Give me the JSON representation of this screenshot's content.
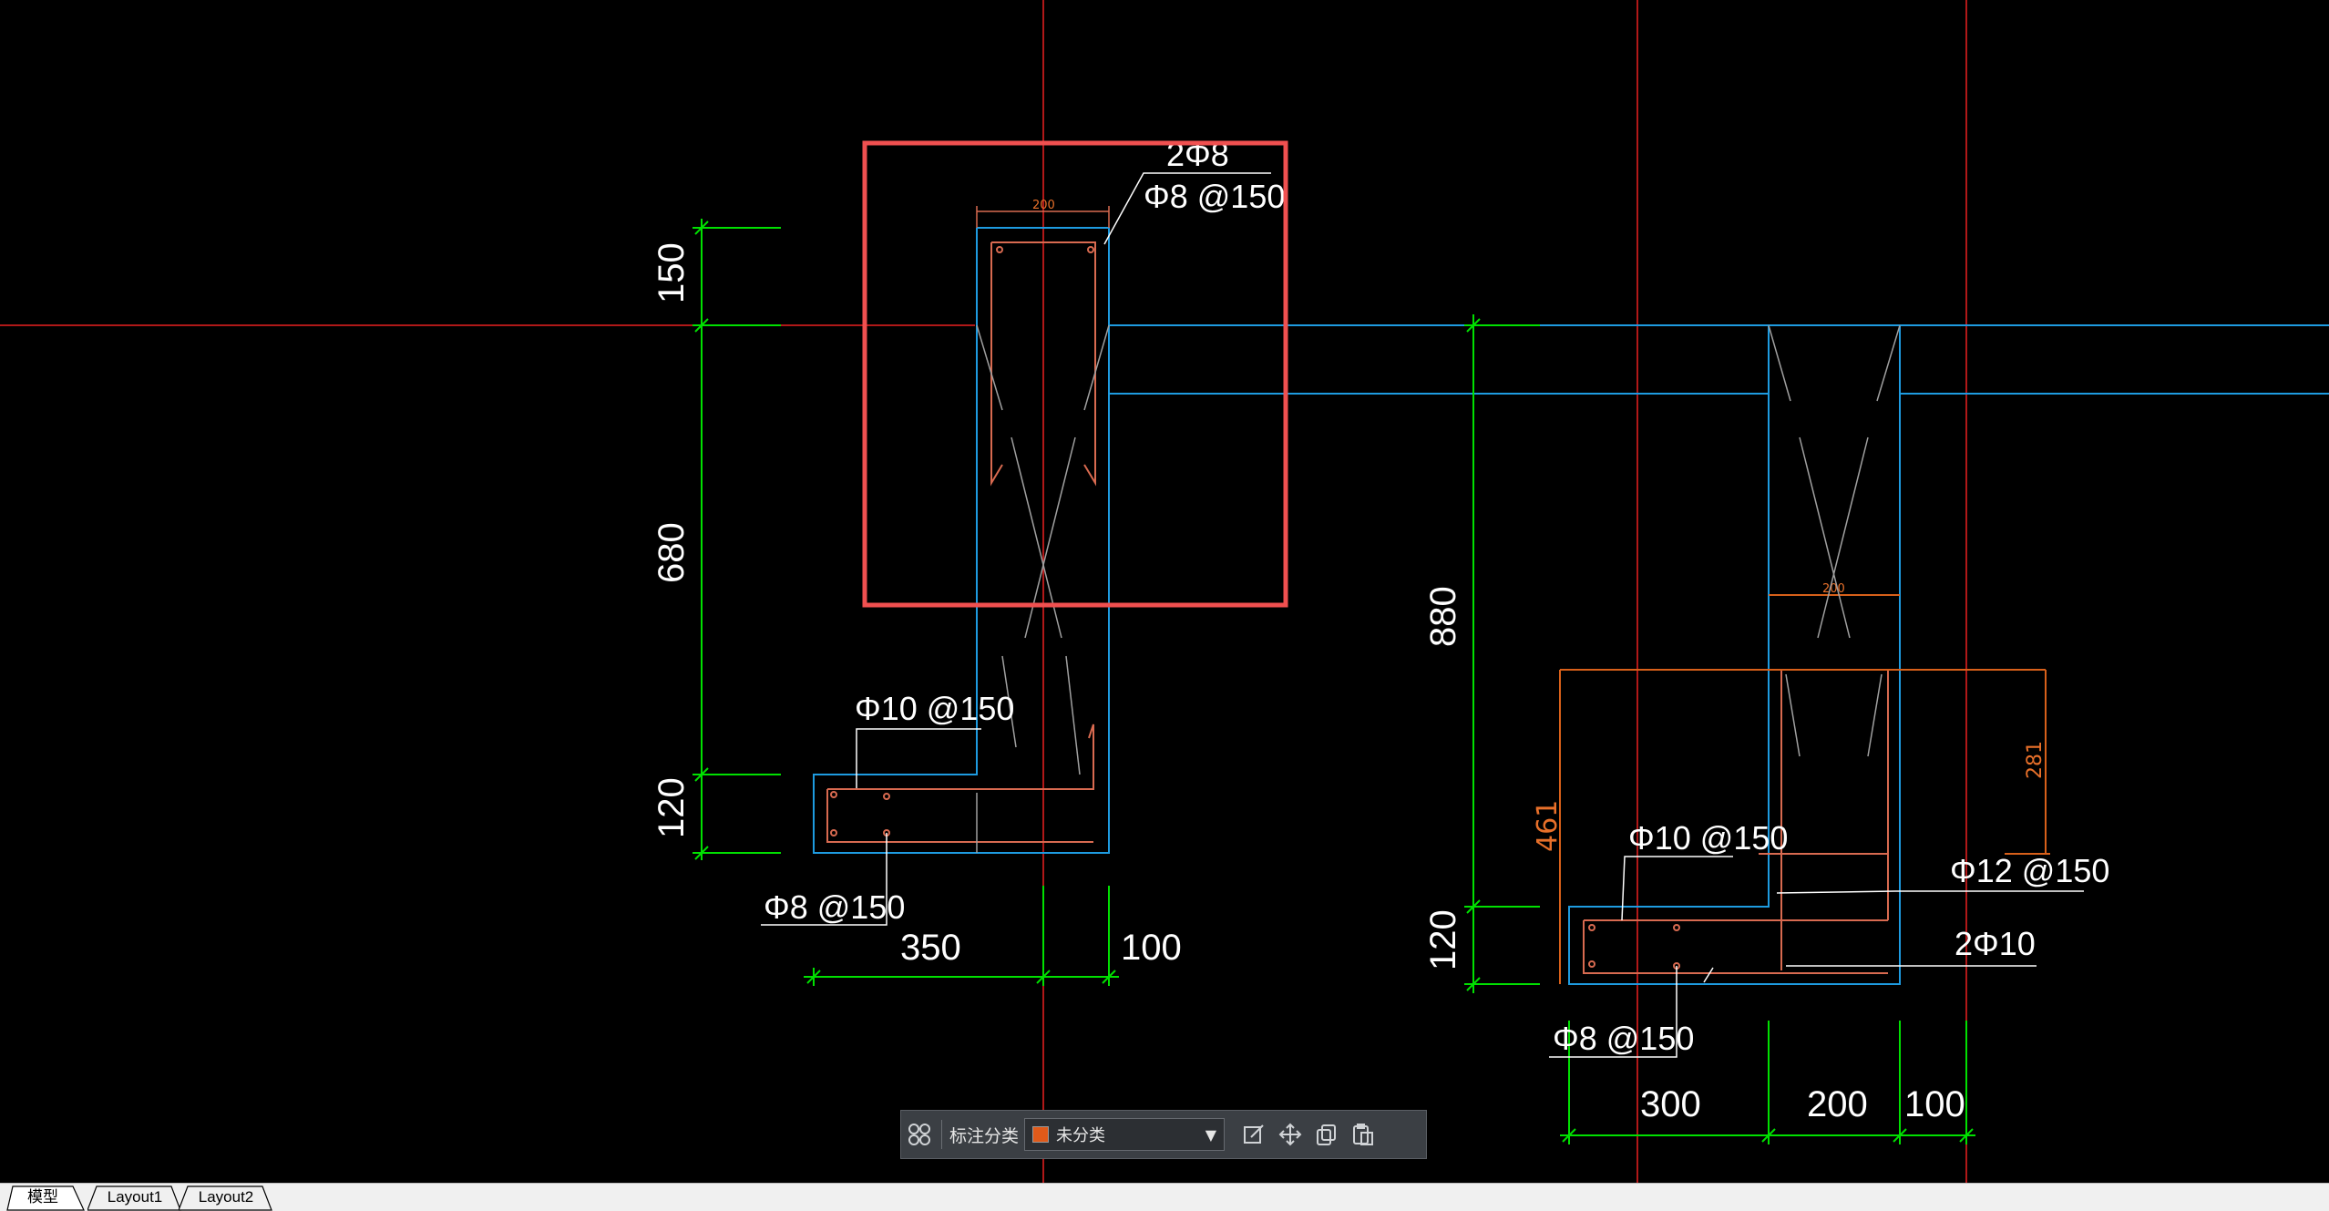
{
  "drawing": {
    "left_dims": {
      "d1": "150",
      "d2": "680",
      "d3": "120",
      "b1": "350",
      "b2": "100"
    },
    "left_labels": {
      "top_bars": "2Φ8",
      "stirrup": "Φ8 @150",
      "footing_top": "Φ10 @150",
      "footing_bottom": "Φ8 @150",
      "small_dim": "200"
    },
    "right_dims": {
      "d1": "880",
      "d2": "120",
      "b1": "300",
      "b2": "200",
      "b3": "100",
      "red_h": "461",
      "red_v": "281",
      "red_small": "200"
    },
    "right_labels": {
      "footing_top": "Φ10 @150",
      "right_bar": "Φ12 @150",
      "bottom_bars": "2Φ10",
      "footing_bottom": "Φ8 @150"
    }
  },
  "toolbar": {
    "grid_icon": "four-squares-icon",
    "category_label": "标注分类",
    "category_value": "未分类",
    "category_color": "#e05a1a",
    "edit_icon": "edit-icon",
    "move_icon": "move-icon",
    "copy_icon": "copy-icon",
    "paste_icon": "paste-icon"
  },
  "tabs": [
    "模型",
    "Layout1",
    "Layout2"
  ],
  "colors": {
    "background": "#000000",
    "dimension": "#00ff00",
    "concrete_outline": "#1e9be0",
    "rebar": "#e06a4a",
    "axis": "#b01818",
    "highlight": "#f05050"
  }
}
